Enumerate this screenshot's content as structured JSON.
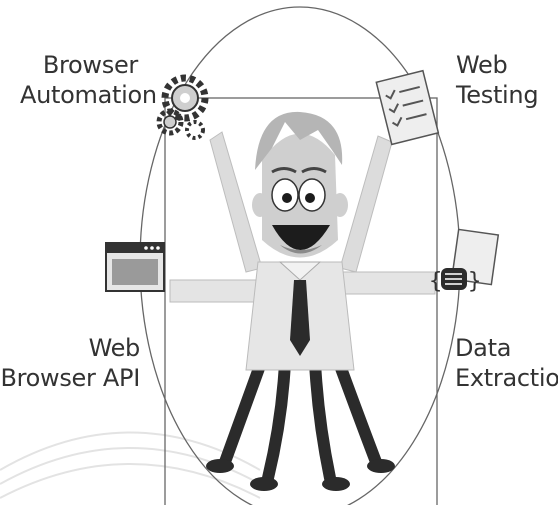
{
  "labels": {
    "browser_automation": [
      "Browser",
      "Automation"
    ],
    "web_testing": [
      "Web",
      "Testing"
    ],
    "web_browser_api": [
      "Web",
      "Browser API"
    ],
    "data_extraction": [
      "Data",
      "Extraction"
    ]
  },
  "icons": {
    "top_left": "gears-icon",
    "top_right": "document-checklist-icon",
    "mid_left": "browser-window-icon",
    "mid_right": "code-braces-document-icon"
  },
  "colors": {
    "ink": "#333333",
    "line": "#555555",
    "shirt": "#e6e6e6",
    "face": "#cfcfcf",
    "hair": "#b5b5b5",
    "dark": "#2b2b2b"
  }
}
